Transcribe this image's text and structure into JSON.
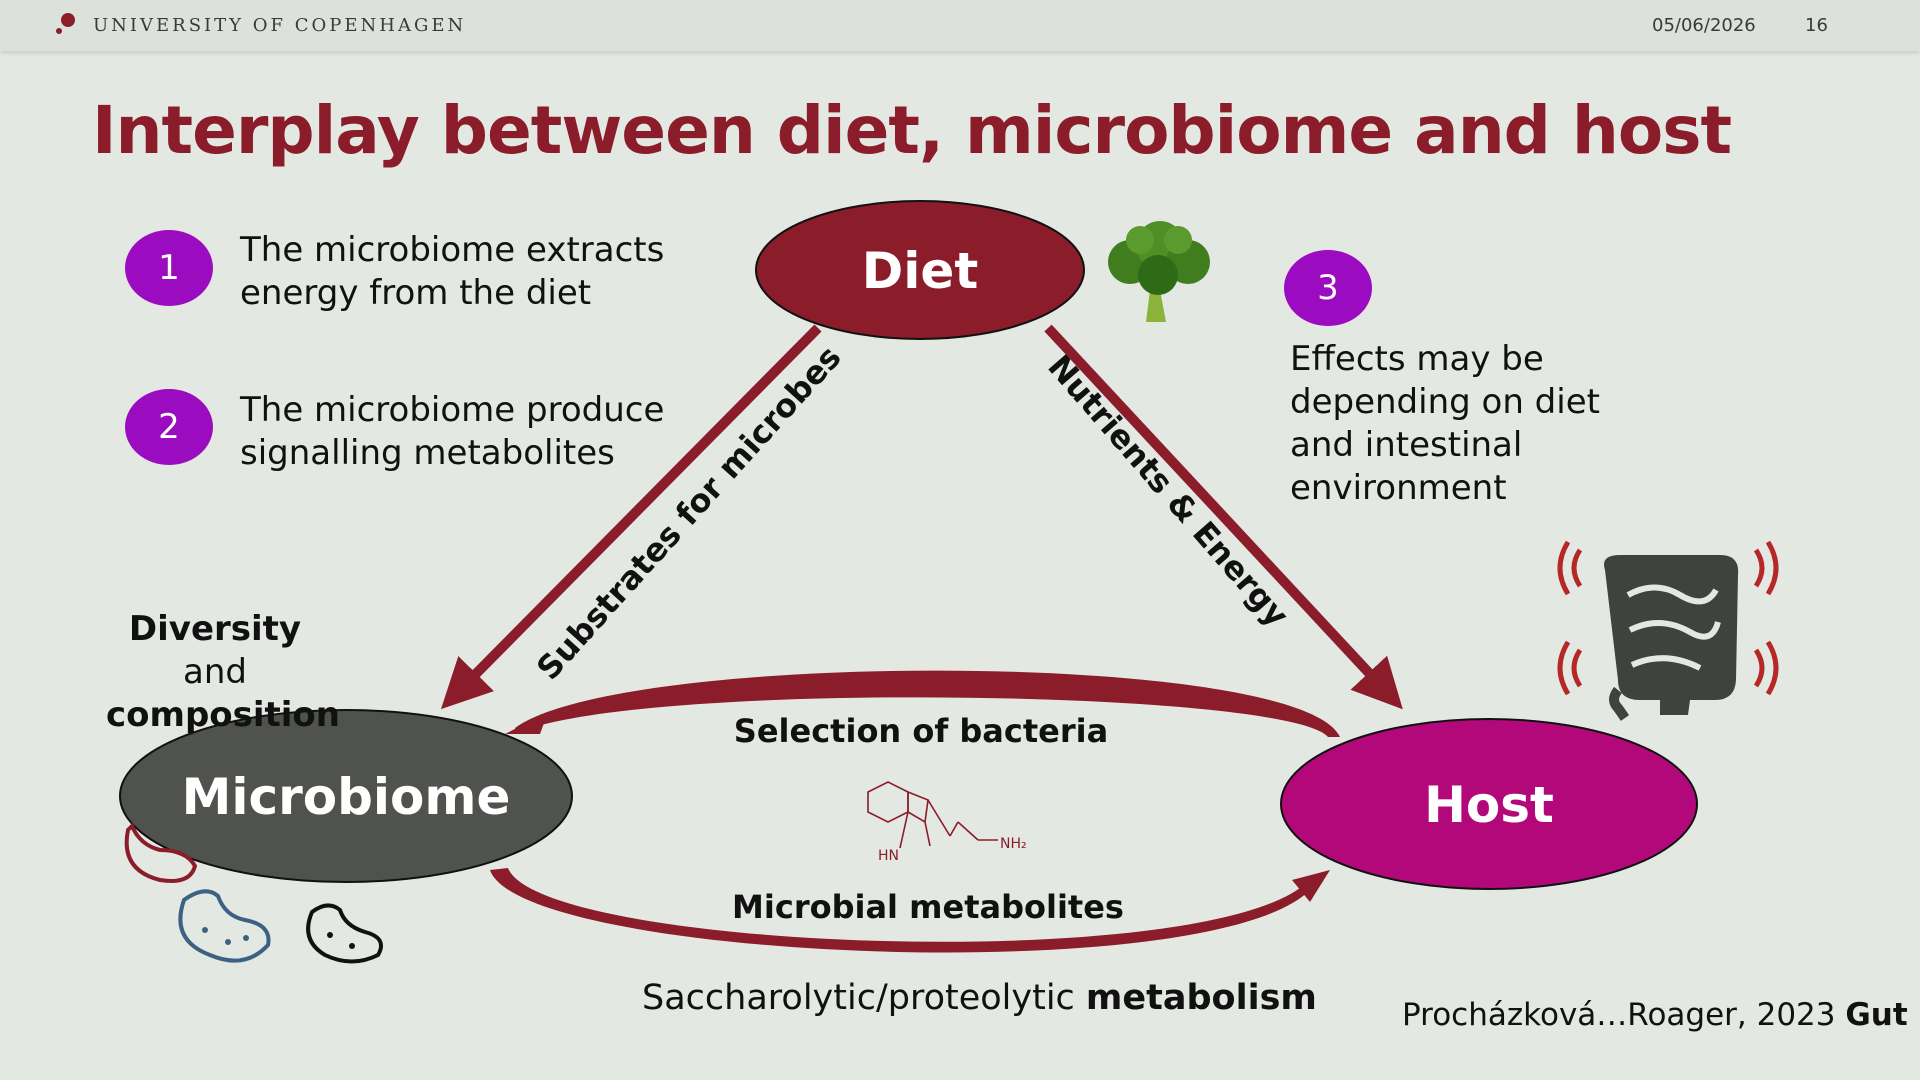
{
  "header": {
    "university": "UNIVERSITY OF COPENHAGEN",
    "date": "05/06/2026",
    "slide_number": "16"
  },
  "title": "Interplay between diet, microbiome and host",
  "points": [
    {
      "number": "1",
      "line1": "The microbiome extracts",
      "line2": "energy from the diet"
    },
    {
      "number": "2",
      "line1": "The microbiome produce",
      "line2": "signalling metabolites"
    },
    {
      "number": "3",
      "lines": [
        "Effects may be",
        "depending on diet",
        "and intestinal",
        "environment"
      ]
    }
  ],
  "nodes": {
    "diet": "Diet",
    "microbiome": "Microbiome",
    "host": "Host"
  },
  "edges": {
    "substrates": "Substrates for microbes",
    "nutrients": "Nutrients & Energy",
    "selection": "Selection of bacteria",
    "metabolites": "Microbial metabolites"
  },
  "diversity": {
    "bold": "Diversity",
    "rest": " and",
    "line2": "composition"
  },
  "saccharolytic": {
    "normal": "Saccharolytic/proteolytic ",
    "bold": "metabolism"
  },
  "citation": {
    "normal": "Procházková…Roager, 2023 ",
    "bold": "Gut"
  },
  "molecule": {
    "nh2": "NH₂",
    "hn": "HN"
  },
  "colors": {
    "brand_red": "#8b1c2a",
    "badge_purple": "#9b0bbf",
    "microbiome_gray": "#4f524d",
    "host_magenta": "#b3087a",
    "background": "#e4e8e2"
  },
  "icons": [
    "university-logo-icon",
    "broccoli-icon",
    "intestine-icon",
    "bacteria-icon"
  ]
}
